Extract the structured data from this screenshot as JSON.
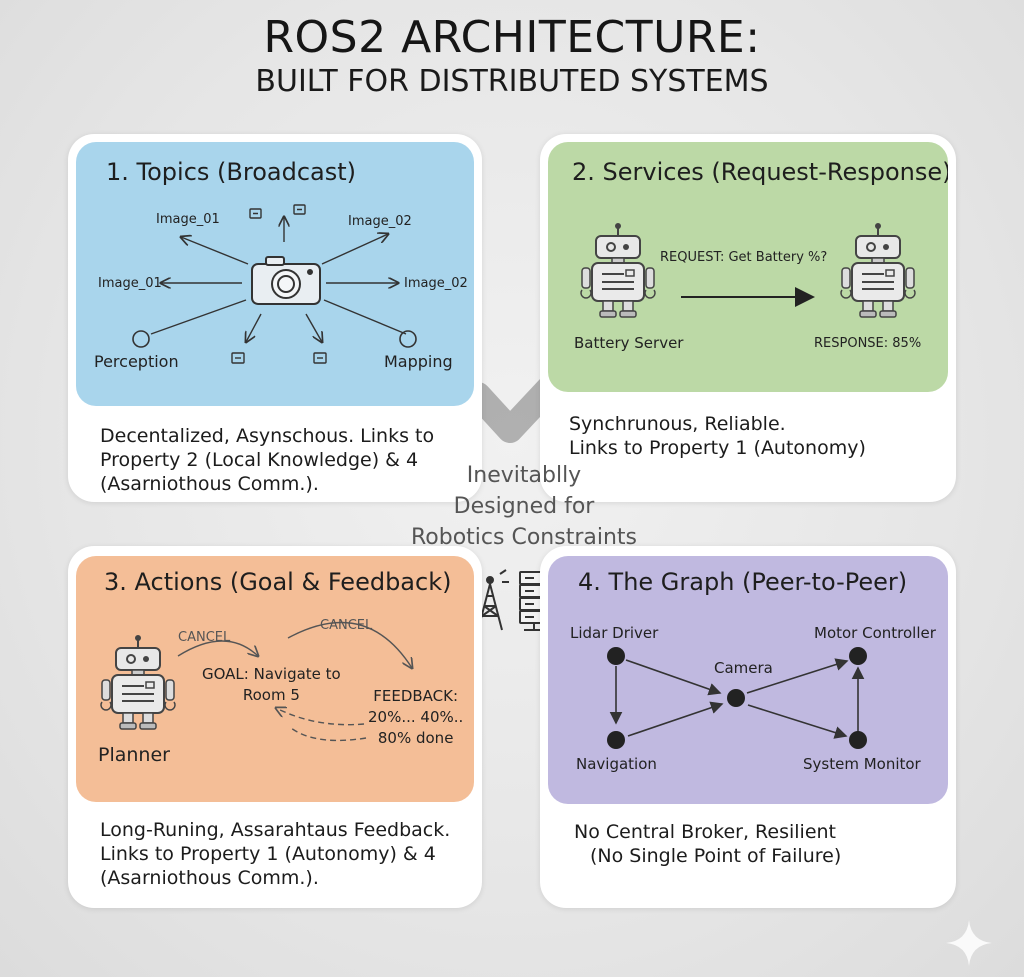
{
  "title": "ROS2 ARCHITECTURE:",
  "subtitle": "BUILT FOR DISTRIBUTED SYSTEMS",
  "center": {
    "line1": "Inevitablly",
    "line2": "Designed for",
    "line3": "Robotics Constraints"
  },
  "colors": {
    "topics": "#a9d5ec",
    "services": "#bcd9a6",
    "actions": "#f4be97",
    "graph": "#c0b9e0",
    "card": "#ffffff",
    "background": "#e8e8e8"
  },
  "panels": {
    "topics": {
      "title": "1. Topics (Broadcast)",
      "icon": "camera-icon",
      "labels": {
        "image_tl": "Image_01",
        "image_tr": "Image_02",
        "image_l": "Image_01",
        "image_r": "Image_02",
        "perception": "Perception",
        "mapping": "Mapping"
      },
      "description": [
        "Decentalized, Asynschous. Links to",
        "Property 2 (Local Knowledge) & 4",
        "(Asarniothous Comm.)."
      ]
    },
    "services": {
      "title": "2. Services (Request-Response)",
      "icon": "robot-icon",
      "request": "REQUEST: Get Battery %?",
      "server": "Battery Server",
      "response": "RESPONSE: 85%",
      "description": [
        "Synchrunous, Reliable.",
        "Links to Property 1 (Autonomy)"
      ]
    },
    "actions": {
      "title": "3. Actions (Goal & Feedback)",
      "icon": "robot-icon",
      "cancel_left": "CANCEL",
      "cancel_right": "CANCEL",
      "goal_line1": "GOAL: Navigate to",
      "goal_line2": "Room 5",
      "feedback_line1": "FEEDBACK:",
      "feedback_line2": "20%... 40%..",
      "feedback_line3": "80% done",
      "planner": "Planner",
      "description": [
        "Long-Runing, Assarahtaus Feedback.",
        "Links to Property 1 (Autonomy) & 4",
        "(Asarniothous Comm.)."
      ]
    },
    "graph": {
      "title": "4. The Graph (Peer-to-Peer)",
      "nodes": {
        "lidar": "Lidar Driver",
        "motor": "Motor Controller",
        "camera": "Camera",
        "navigation": "Navigation",
        "monitor": "System Monitor"
      },
      "description": [
        "No Central Broker, Resilient",
        "(No Single Point of Failure)"
      ]
    }
  }
}
